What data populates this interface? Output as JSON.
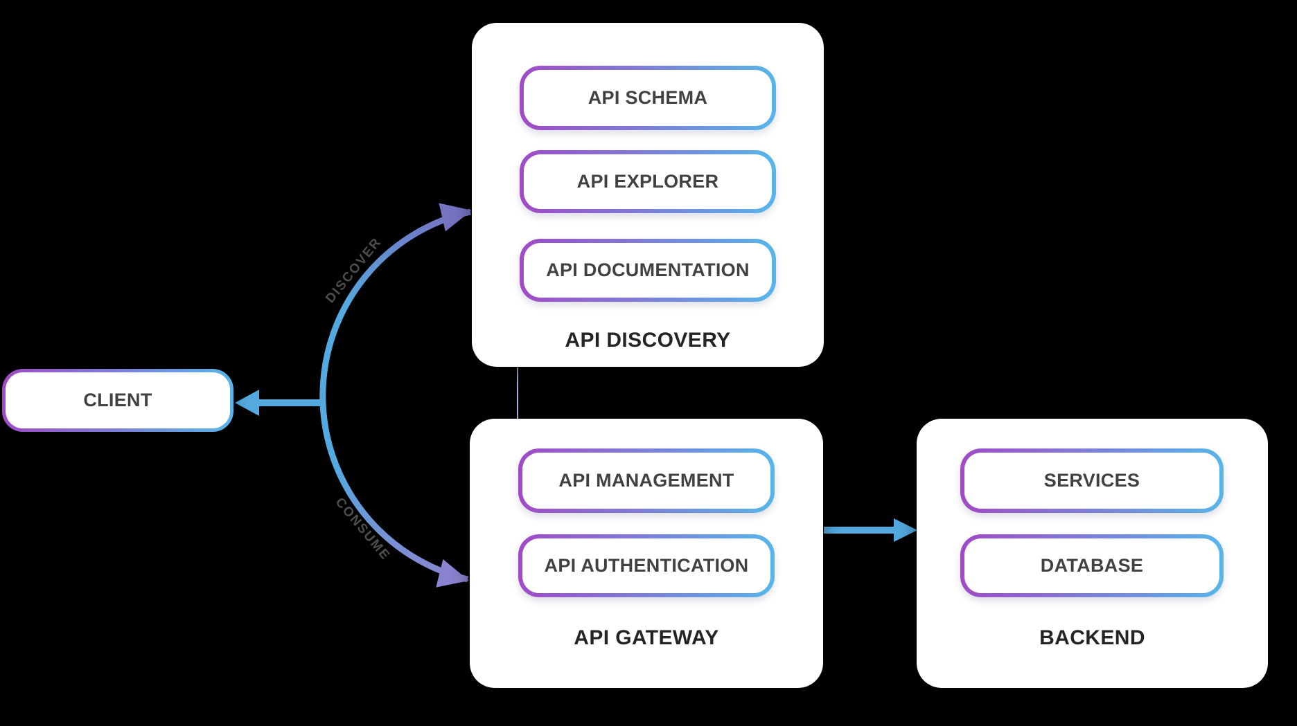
{
  "colors": {
    "canvas_bg": "#000000",
    "node_bg": "#ffffff",
    "gradient_purple": "#a14ac6",
    "gradient_blue": "#57b5e9",
    "arrow_blue": "#54a9df",
    "arrowhead_purple_top": "#7673c2",
    "arrowhead_purple_bottom": "#8a84d0",
    "connector": "#a2b7dc",
    "pill_text": "#414141",
    "title_text": "#242424",
    "edge_label_text": "#4e4e4e"
  },
  "nodes": {
    "client": {
      "label": "CLIENT"
    },
    "api_discovery": {
      "title": "API DISCOVERY",
      "items": [
        "API SCHEMA",
        "API EXPLORER",
        "API DOCUMENTATION"
      ]
    },
    "api_gateway": {
      "title": "API GATEWAY",
      "items": [
        "API MANAGEMENT",
        "API AUTHENTICATION"
      ]
    },
    "backend": {
      "title": "BACKEND",
      "items": [
        "SERVICES",
        "DATABASE"
      ]
    }
  },
  "edges": {
    "discover": {
      "label": "DISCOVER",
      "from": "CLIENT",
      "to": "API DISCOVERY"
    },
    "consume": {
      "label": "CONSUME",
      "from": "CLIENT",
      "to": "API GATEWAY"
    },
    "gateway_to_backend": {
      "label": "",
      "from": "API GATEWAY",
      "to": "BACKEND"
    },
    "arc_to_client": {
      "label": "",
      "from": "",
      "to": "CLIENT"
    },
    "discovery_gateway_link": {
      "label": "",
      "from": "API DISCOVERY",
      "to": "API GATEWAY"
    }
  }
}
